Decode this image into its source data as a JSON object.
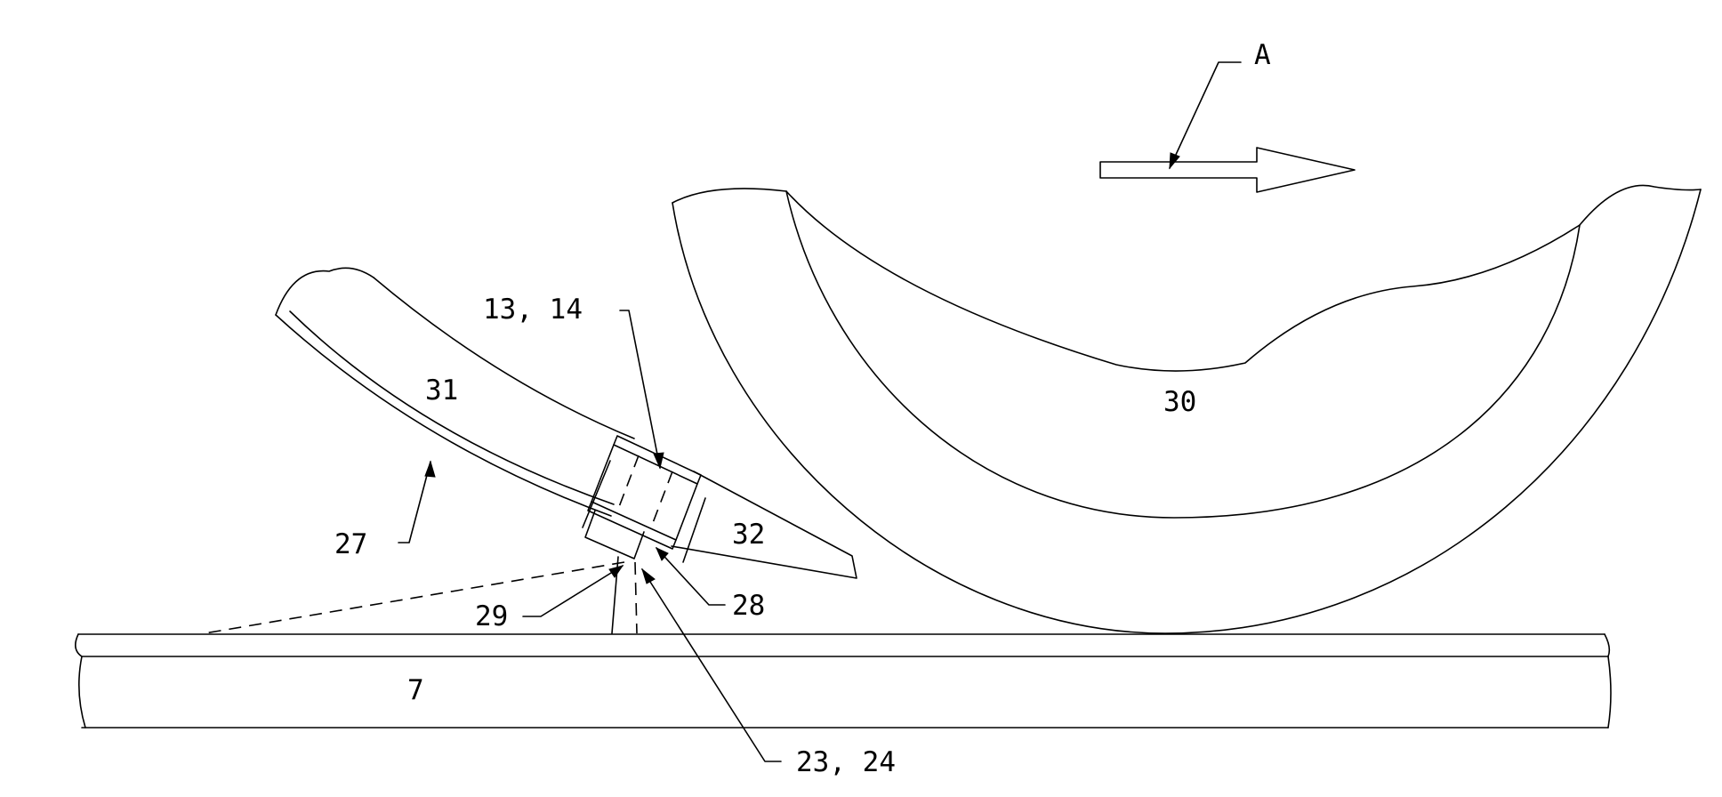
{
  "figure": {
    "labels": {
      "direction": "A",
      "rail": "7",
      "wheel": "30",
      "arm": "31",
      "tip": "32",
      "mount": "13, 14",
      "surface": "27",
      "sensor": "28",
      "emitter": "29",
      "beam": "23, 24"
    }
  }
}
